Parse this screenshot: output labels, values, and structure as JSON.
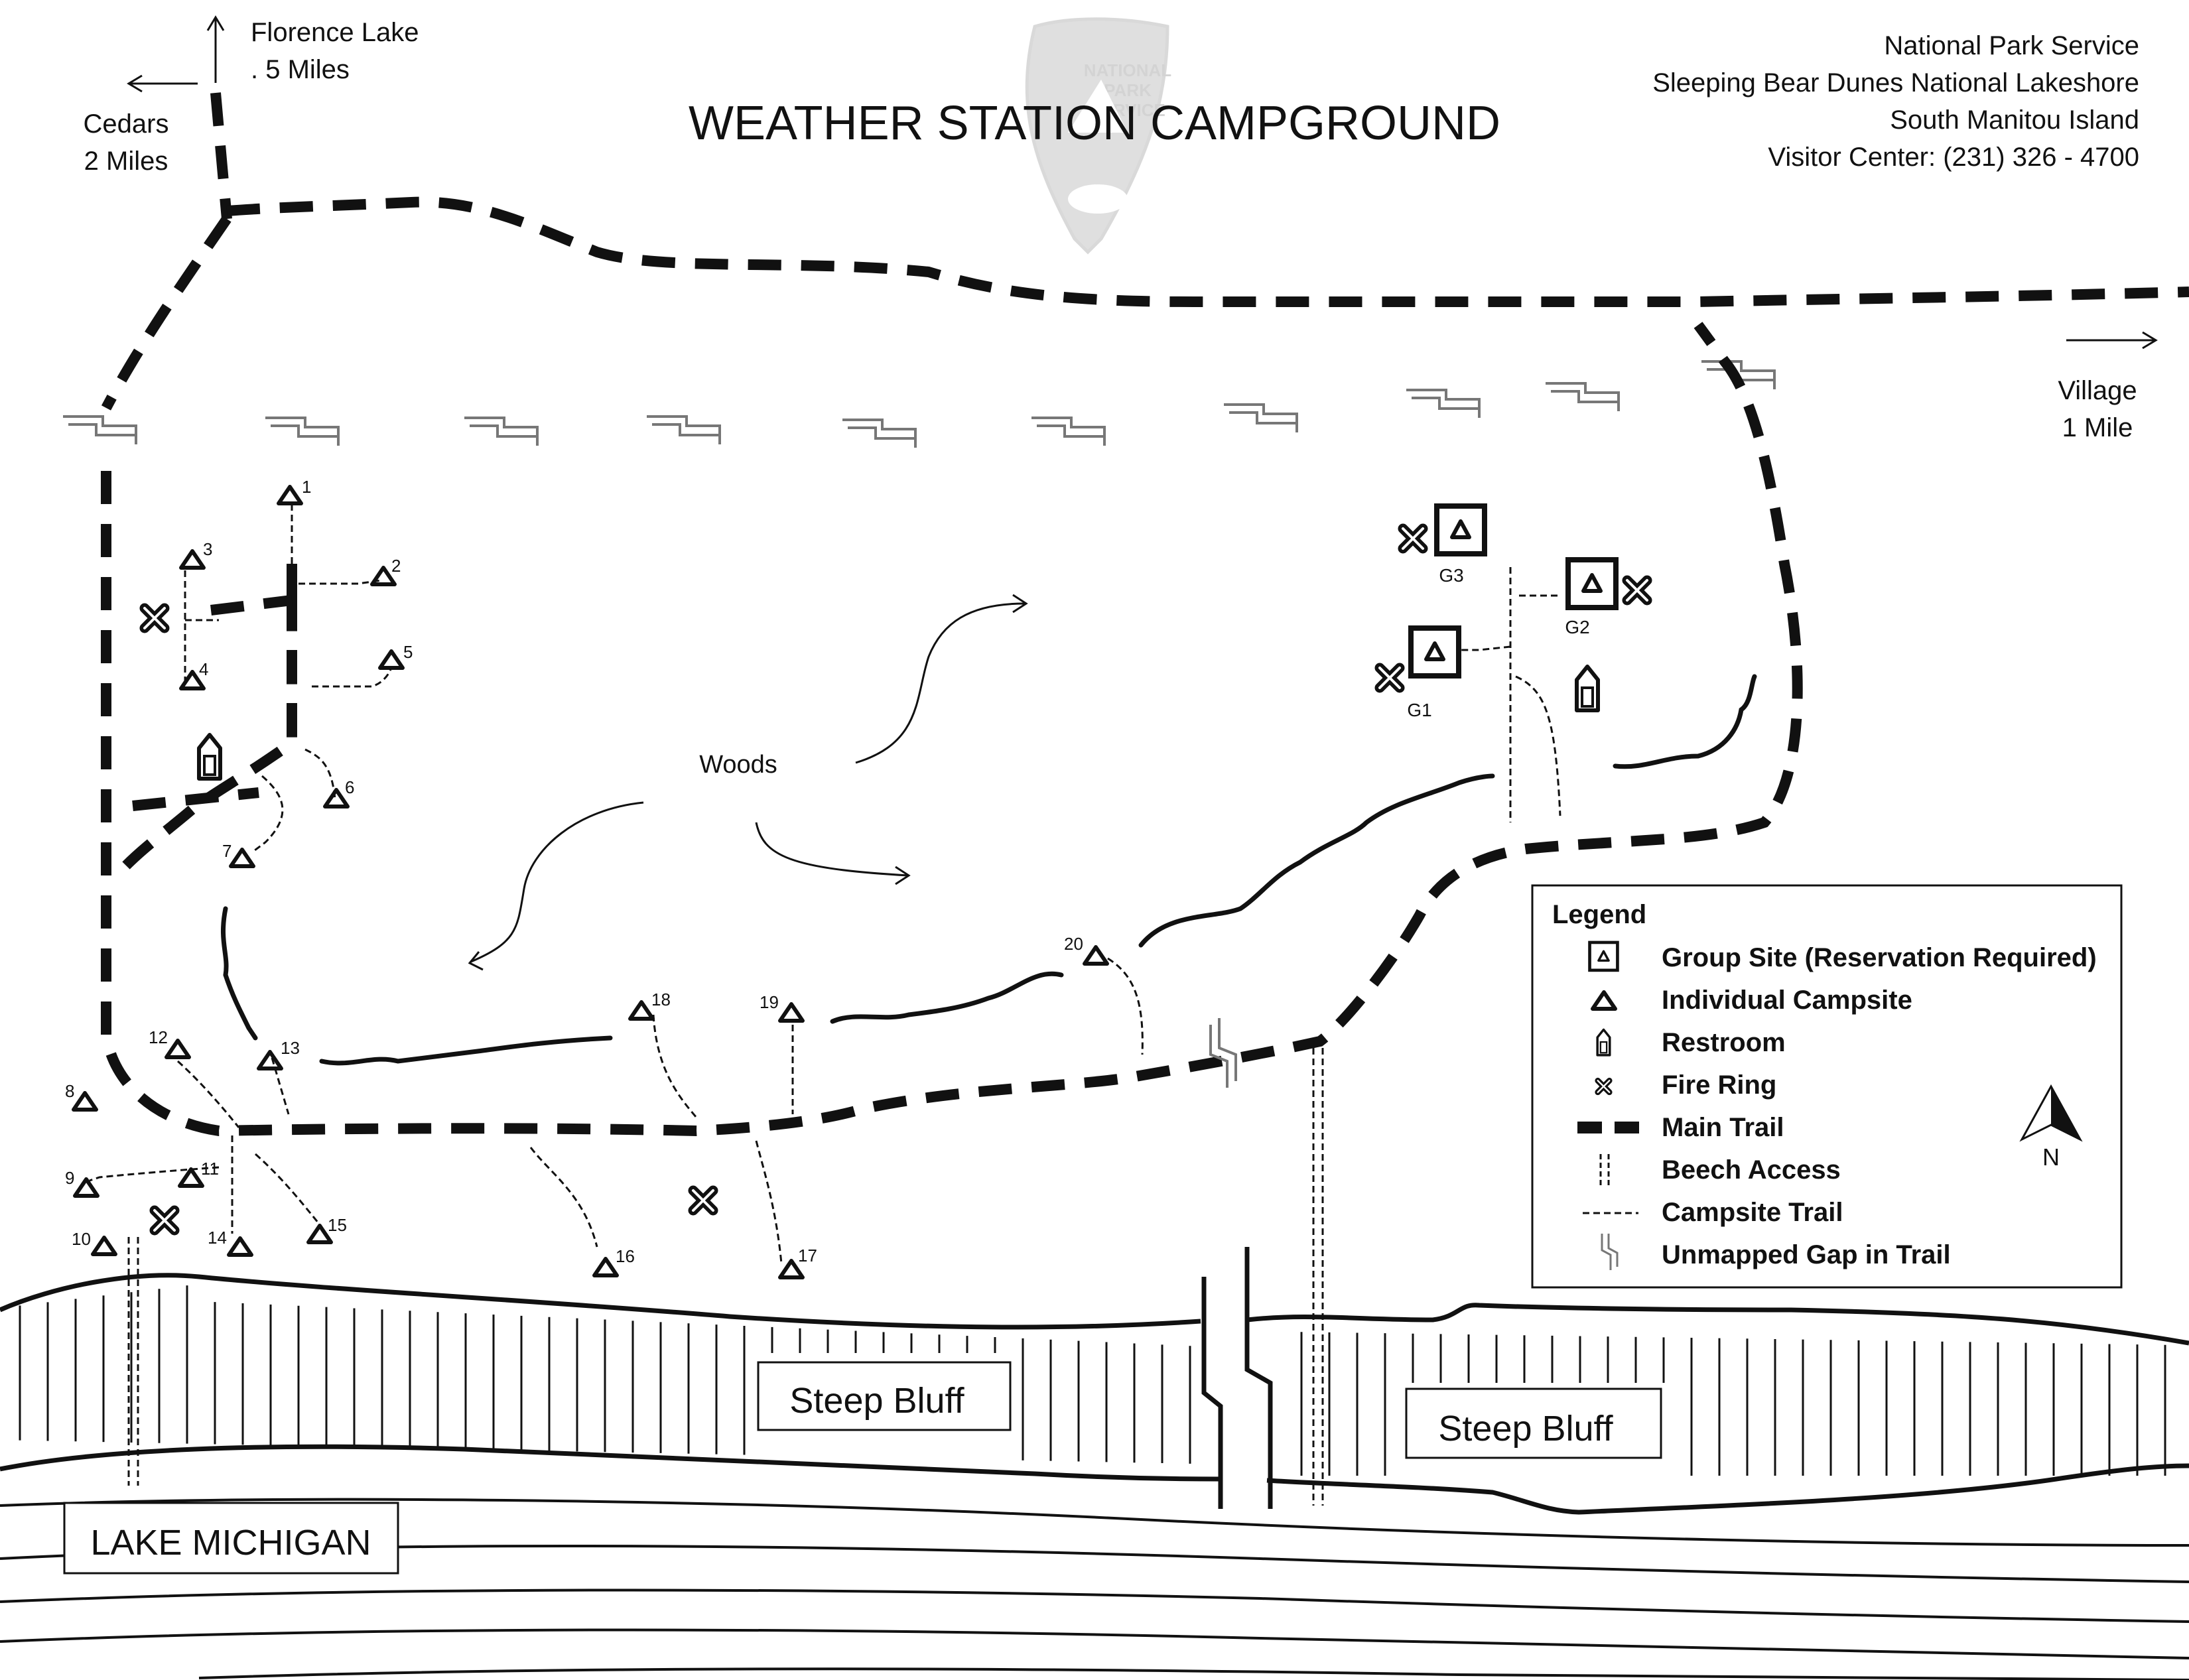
{
  "title": "WEATHER STATION CAMPGROUND",
  "agency": [
    "National Park Service",
    "Sleeping Bear Dunes National Lakeshore",
    "South Manitou Island",
    "Visitor Center: (231) 326 - 4700"
  ],
  "logo_text": [
    "NATIONAL",
    "PARK",
    "SERVICE"
  ],
  "directions": {
    "florence": [
      "Florence Lake",
      ". 5 Miles"
    ],
    "cedars": [
      "Cedars",
      "2 Miles"
    ],
    "village": [
      "Village",
      "1 Mile"
    ]
  },
  "woods_label": "Woods",
  "bluff_labels": [
    "Steep Bluff",
    "Steep Bluff"
  ],
  "lake_label": "LAKE MICHIGAN",
  "compass_label": "N",
  "legend": {
    "title": "Legend",
    "items": [
      "Group Site (Reservation Required)",
      "Individual Campsite",
      "Restroom",
      "Fire Ring",
      "Main Trail",
      "Beech Access",
      "Campsite Trail",
      "Unmapped Gap in Trail"
    ]
  },
  "campsite_numbers": [
    "1",
    "2",
    "3",
    "4",
    "5",
    "6",
    "7",
    "8",
    "9",
    "10",
    "11",
    "12",
    "13",
    "14",
    "15",
    "16",
    "17",
    "18",
    "19",
    "20"
  ],
  "group_site_labels": [
    "G1",
    "G2",
    "G3"
  ]
}
